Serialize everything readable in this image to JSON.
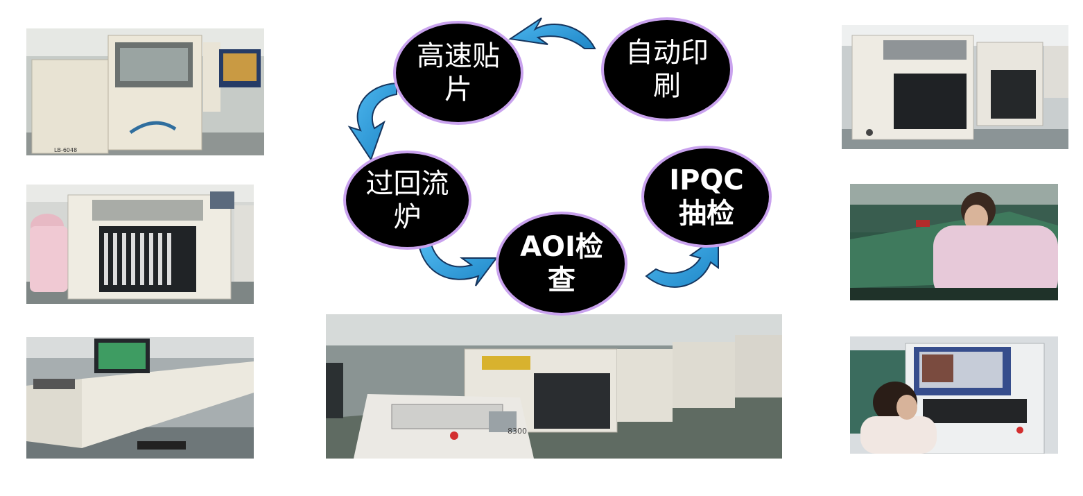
{
  "diagram": {
    "steps": [
      {
        "id": "print",
        "label": "自动印\n刷"
      },
      {
        "id": "mount",
        "label": "高速贴\n片"
      },
      {
        "id": "reflow",
        "label": "过回流\n炉"
      },
      {
        "id": "aoi",
        "label": "AOI检\n查"
      },
      {
        "id": "ipqc",
        "label": "IPQC\n抽检"
      }
    ],
    "colors": {
      "node_fill": "#000000",
      "node_border": "#c9a2ee",
      "arrow_fill": "#2a9bd9",
      "arrow_stroke": "#15355e"
    }
  },
  "photos": [
    {
      "id": "printer-machine",
      "subject": "solder paste printer",
      "text": "LB-6048"
    },
    {
      "id": "mounter-machine-left",
      "subject": "chip mounter with operator"
    },
    {
      "id": "reflow-oven-left",
      "subject": "reflow oven"
    },
    {
      "id": "production-line",
      "subject": "SMT production line",
      "text": "8300"
    },
    {
      "id": "mounter-machine-right",
      "subject": "chip mounter pair"
    },
    {
      "id": "ipqc-inspection",
      "subject": "operator inspecting boards"
    },
    {
      "id": "aoi-machine",
      "subject": "AOI inspection machine with operator"
    }
  ]
}
